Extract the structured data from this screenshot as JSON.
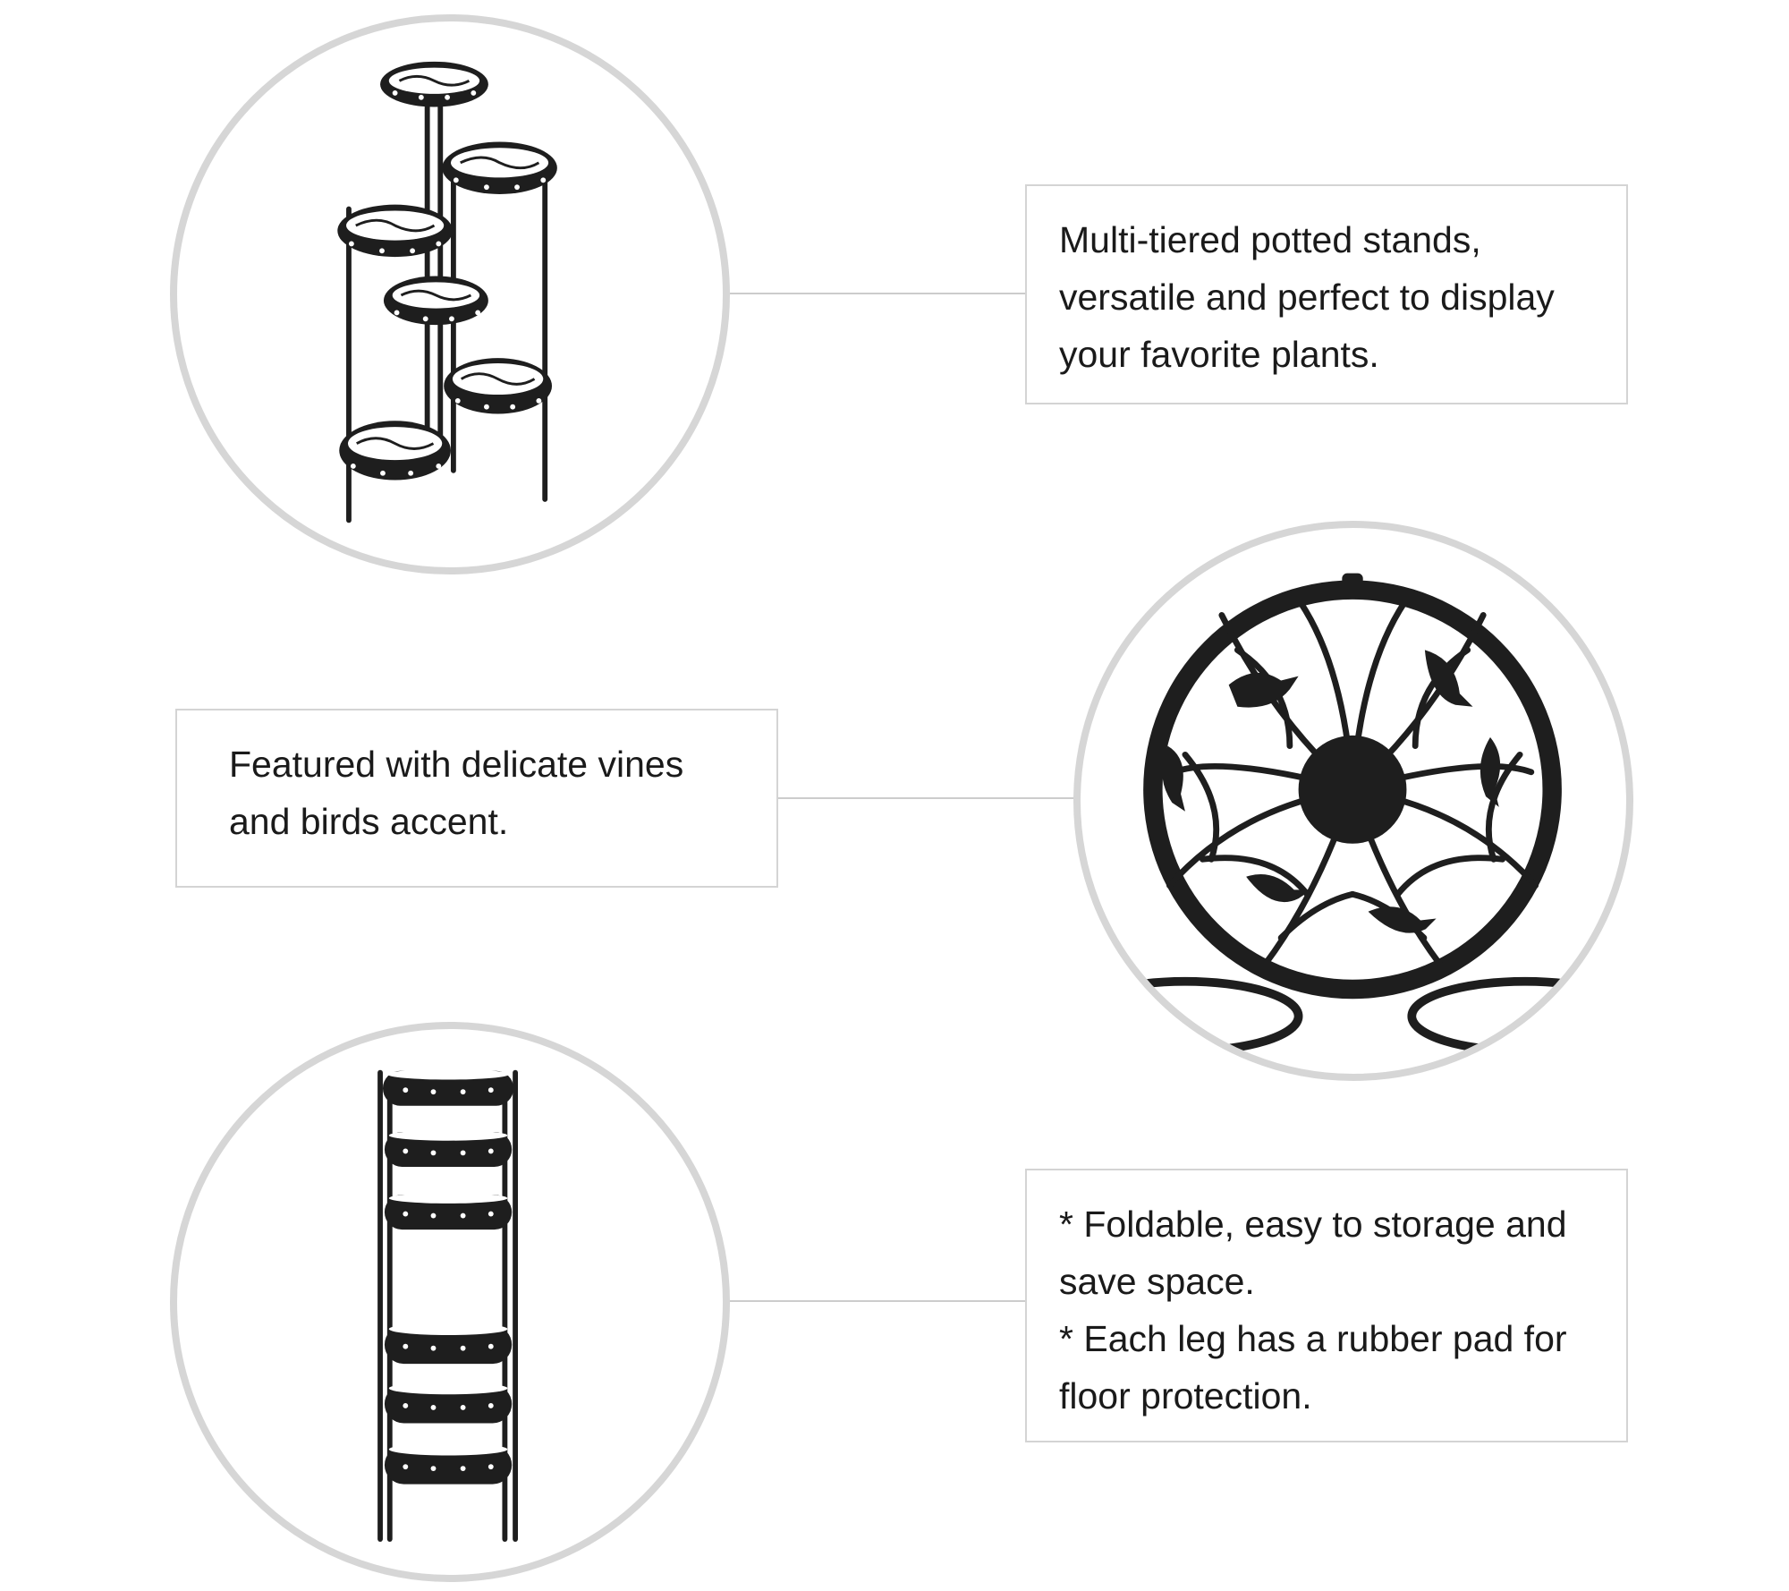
{
  "sections": [
    {
      "image": "six-tier-plant-stand-unfolded",
      "text_lines": [
        "Multi-tiered potted stands,",
        "versatile and perfect to display",
        "your favorite plants."
      ]
    },
    {
      "image": "vine-and-bird-tray-closeup",
      "text_lines": [
        "Featured with delicate vines",
        "and birds accent."
      ]
    },
    {
      "image": "six-tier-plant-stand-folded",
      "text_lines": [
        "* Foldable, easy to storage and",
        "save space.",
        "* Each leg has a rubber pad for",
        "floor protection."
      ]
    }
  ],
  "colors": {
    "circle_border": "#d6d6d6",
    "metal": "#1e1e1e",
    "box_border": "#d4d4d4",
    "text": "#1a1a1a"
  }
}
